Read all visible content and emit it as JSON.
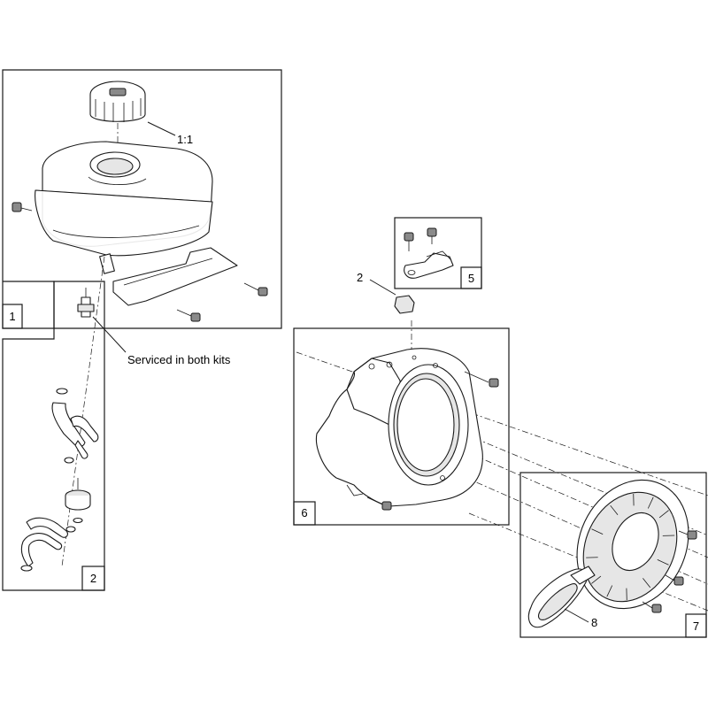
{
  "kit_labels": {
    "kit_1": "1",
    "kit_2": "2",
    "kit_5": "5",
    "kit_6": "6",
    "kit_7": "7"
  },
  "callouts": {
    "fuel_cap": "1:1",
    "fuel_fitting_note": "Serviced in both kits",
    "clip": "2",
    "starter_handle": "8"
  },
  "colors": {
    "line": "#1a1a1a",
    "shade": "#d9d9d9",
    "dark": "#555555"
  }
}
